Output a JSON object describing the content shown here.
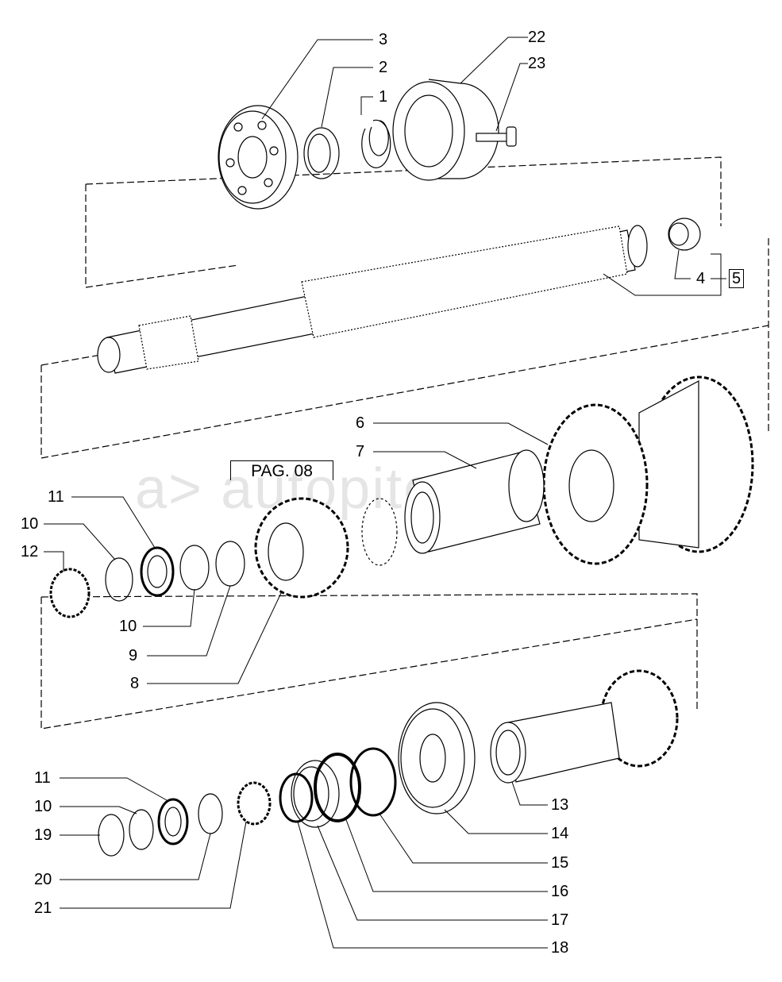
{
  "diagram": {
    "type": "exploded-parts-diagram",
    "reference_box": "PAG. 08",
    "watermark": "autopiter.ru",
    "callouts": {
      "c1": "1",
      "c2": "2",
      "c3": "3",
      "c4": "4",
      "c5": "5",
      "c6": "6",
      "c7": "7",
      "c8": "8",
      "c9": "9",
      "c10a": "10",
      "c10b": "10",
      "c10c": "10",
      "c11a": "11",
      "c11b": "11",
      "c12": "12",
      "c13": "13",
      "c14": "14",
      "c15": "15",
      "c16": "16",
      "c17": "17",
      "c18": "18",
      "c19": "19",
      "c20": "20",
      "c21": "21",
      "c22": "22",
      "c23": "23"
    }
  }
}
